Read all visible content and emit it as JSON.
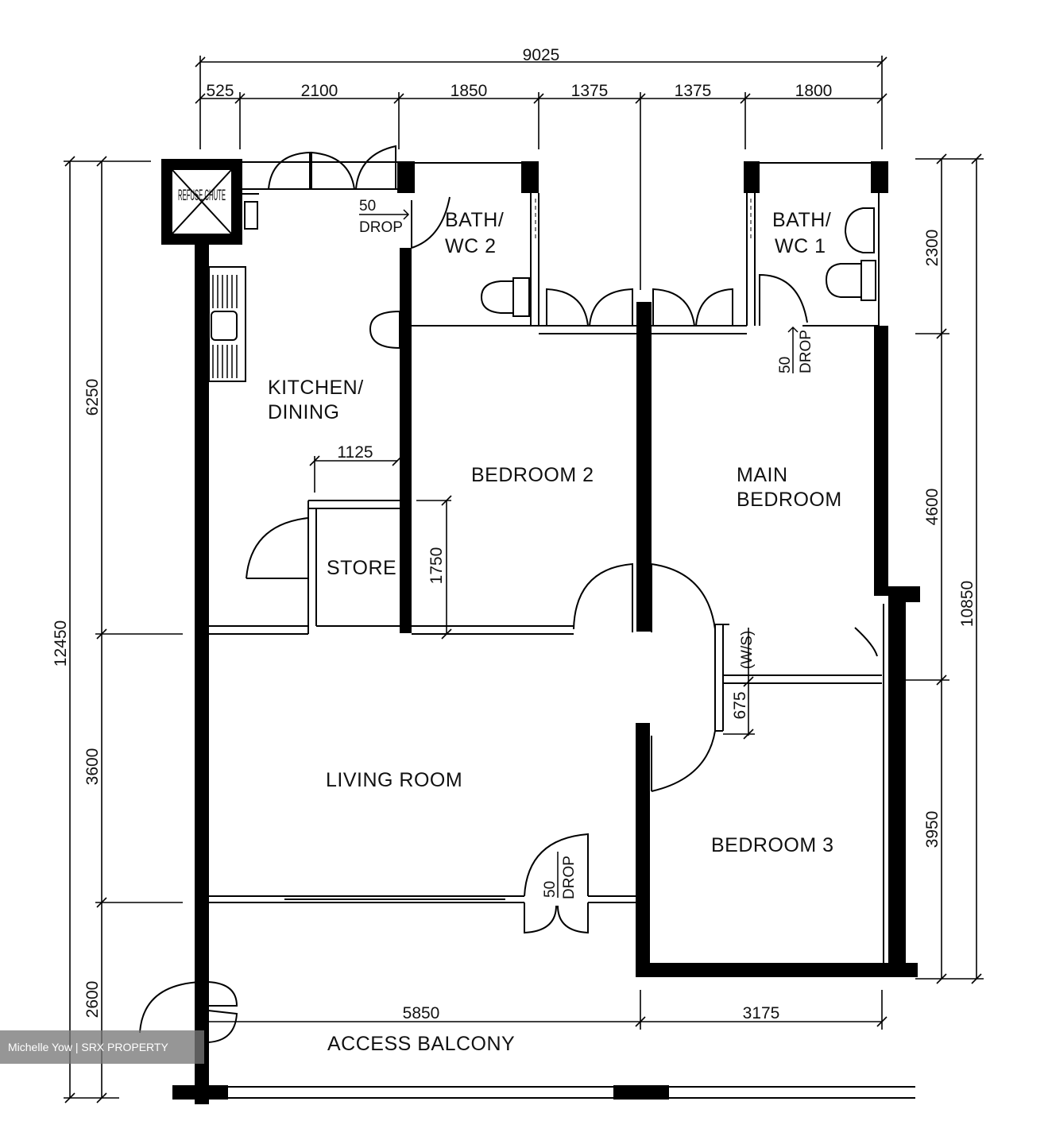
{
  "rooms": {
    "refuse_chute": "REFUSE CHUTE",
    "kitchen_line1": "KITCHEN/",
    "kitchen_line2": "DINING",
    "bath2_line1": "BATH/",
    "bath2_line2": "WC 2",
    "bath1_line1": "BATH/",
    "bath1_line2": "WC 1",
    "bedroom2": "BEDROOM 2",
    "main_bedroom_line1": "MAIN",
    "main_bedroom_line2": "BEDROOM",
    "store": "STORE",
    "living_room": "LIVING ROOM",
    "bedroom3": "BEDROOM 3",
    "access_balcony": "ACCESS BALCONY"
  },
  "drops": {
    "kitchen_drop_value": "50",
    "kitchen_drop_label": "DROP",
    "bath1_drop_value": "50",
    "bath1_drop_label": "DROP",
    "living_drop_value": "50",
    "living_drop_label": "DROP"
  },
  "dimensions_top": {
    "total": "9025",
    "seg1": "525",
    "seg2": "2100",
    "seg3": "1850",
    "seg4": "1375",
    "seg5": "1375",
    "seg6": "1800"
  },
  "dimensions_left": {
    "total": "12450",
    "seg1": "6250",
    "seg2": "3600",
    "seg3": "2600"
  },
  "dimensions_right": {
    "total": "10850",
    "seg1": "2300",
    "seg2": "4600",
    "seg3": "3950"
  },
  "dimensions_bottom": {
    "seg1": "5850",
    "seg2": "3175"
  },
  "dimensions_inner": {
    "store_width": "1125",
    "store_depth": "1750",
    "ws_width": "675"
  },
  "watermark": "Michelle Yow | SRX PROPERTY"
}
